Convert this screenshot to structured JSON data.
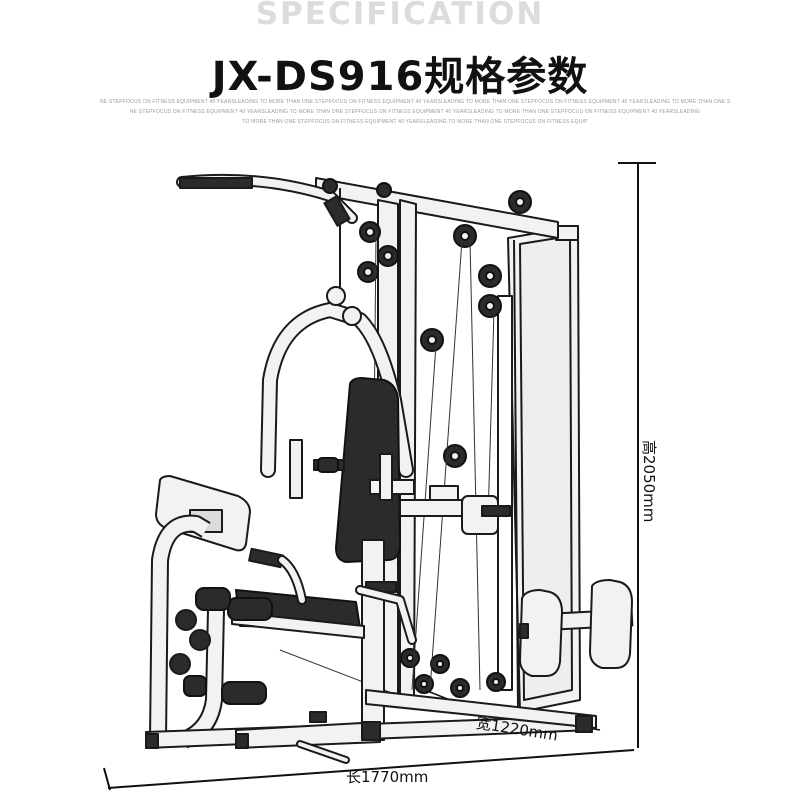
{
  "header": {
    "eyebrow": "SPECIFICATION",
    "title": "JX-DS916规格参数"
  },
  "fine_print": {
    "line1": "NE STEPFOCUS ON FITNESS EQUIPMENT 40 YEARSLEADING TO MORE THAN ONE STEPFOCUS ON FITNESS EQUIPMENT 40 YEARSLEADING TO MORE THAN ONE STEPFOCUS ON FITNESS EQUIPMENT 40 YEARSLEADING TO MORE THAN ONE STEPFOCUS ON FITNESS EQUIPMENT 40 YEARSLEADING",
    "line2": "NE STEPFOCUS ON FITNESS EQUIPMENT 40 YEARSLEADING TO MORE THAN ONE STEPFOCUS ON FITNESS EQUIPMENT 40 YEARSLEADING TO MORE THAN ONE STEPFOCUS ON FITNESS EQUIPMENT 40 YEARSLEADING",
    "line3": "TO MORE THAN ONE STEPFOCUS ON FITNESS EQUIPMENT 40 YEARSLEADING TO MORE THAN ONE STEPFOCUS ON FITNESS EQUIP"
  },
  "dimensions": {
    "length": "长1770mm",
    "width": "宽1220mm",
    "height": "高2050mm"
  },
  "colors": {
    "frame": "#f2f2f2",
    "outline": "#1a1a1a",
    "pad": "#2b2b2b",
    "stack": "#eeeeee"
  }
}
